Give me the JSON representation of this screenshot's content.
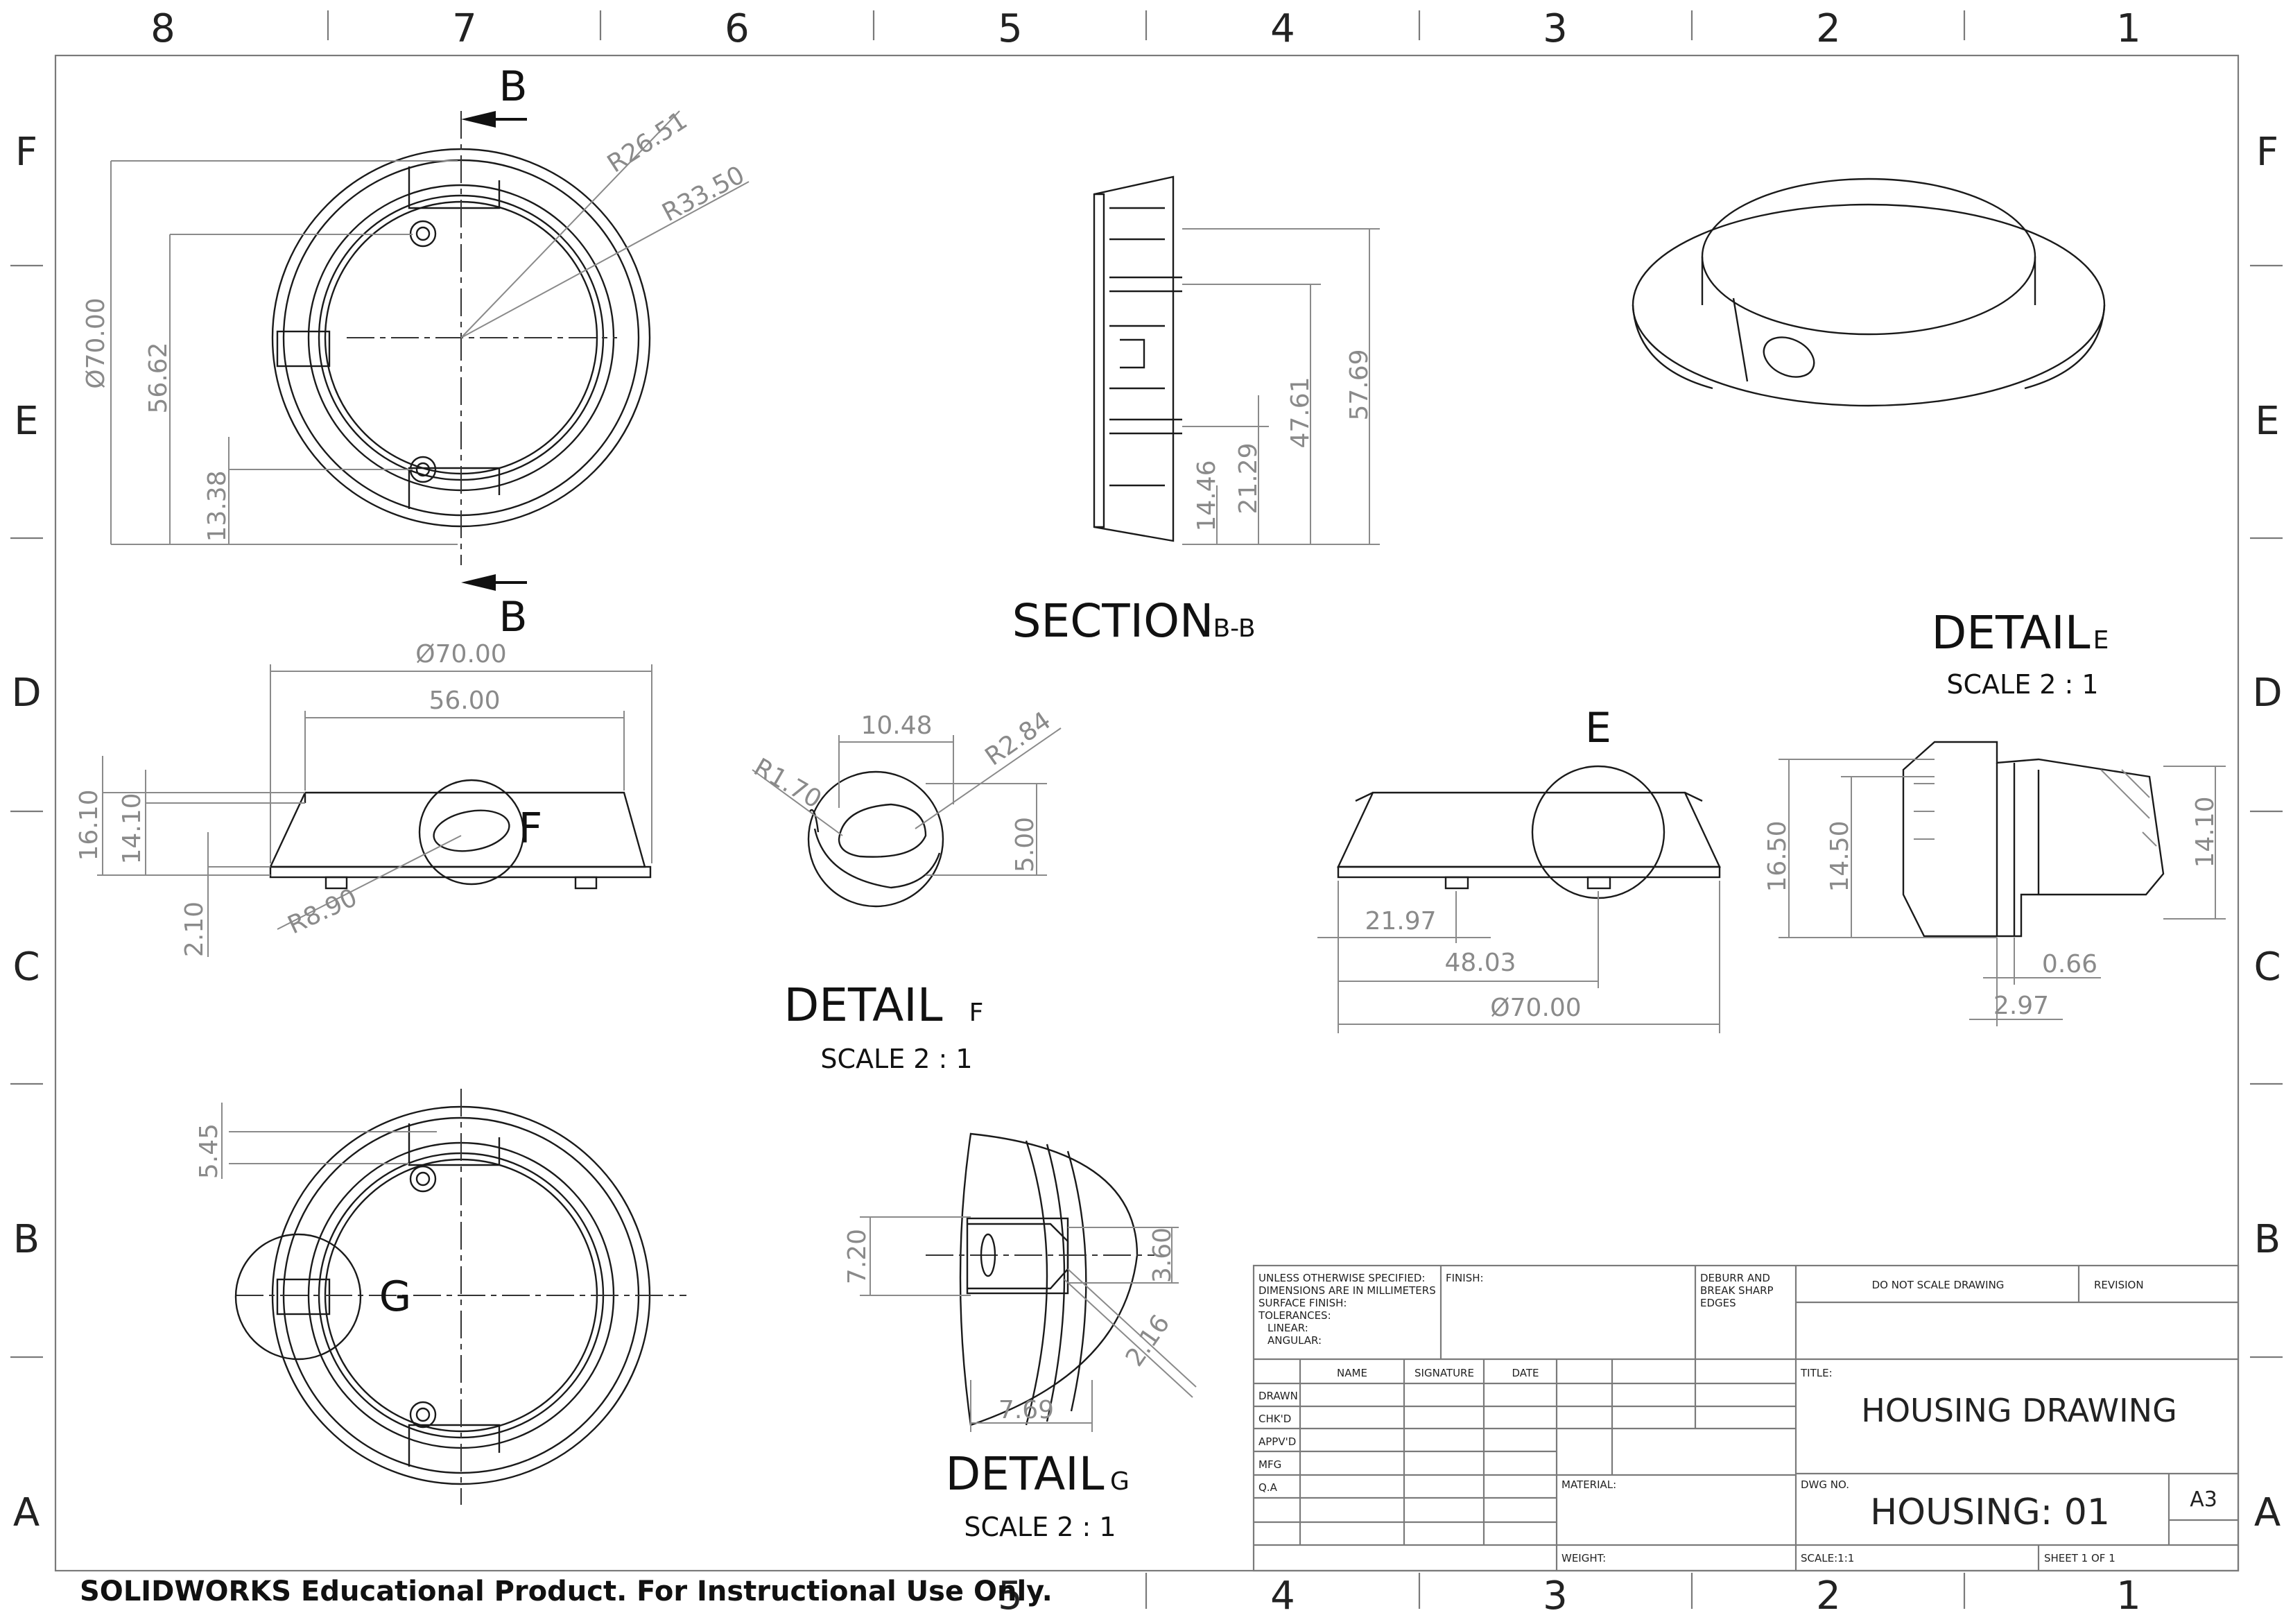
{
  "border": {
    "columns_top": [
      "8",
      "7",
      "6",
      "5",
      "4",
      "3",
      "2",
      "1"
    ],
    "columns_bottom": [
      "5",
      "4",
      "3",
      "2",
      "1"
    ],
    "rows": [
      "F",
      "E",
      "D",
      "C",
      "B",
      "A"
    ]
  },
  "views": {
    "top_view": {
      "section_marker": "B",
      "dims": [
        "Ø70.00",
        "56.62",
        "13.38",
        "R26.51",
        "R33.50"
      ]
    },
    "section": {
      "title": "SECTION",
      "suffix": "B-B",
      "dims": [
        "57.69",
        "47.61",
        "21.29",
        "14.46"
      ]
    },
    "side_view": {
      "dims": [
        "Ø70.00",
        "56.00",
        "16.10",
        "14.10",
        "2.10",
        "R8.90"
      ],
      "detail_label": "F"
    },
    "detail_f": {
      "title": "DETAIL",
      "letter": "F",
      "scale": "SCALE 2 : 1",
      "dims": [
        "10.48",
        "R2.84",
        "R1.70",
        "5.00"
      ]
    },
    "front_view": {
      "detail_label": "E",
      "dims": [
        "21.97",
        "48.03",
        "Ø70.00"
      ]
    },
    "detail_e": {
      "title": "DETAIL",
      "letter": "E",
      "scale": "SCALE 2 : 1",
      "dims": [
        "16.50",
        "14.50",
        "14.10",
        "0.66",
        "2.97"
      ]
    },
    "bottom_view": {
      "detail_label": "G",
      "dims": [
        "5.45"
      ]
    },
    "detail_g": {
      "title": "DETAIL",
      "letter": "G",
      "scale": "SCALE 2 : 1",
      "dims": [
        "7.20",
        "3.60",
        "2.16",
        "7.69"
      ]
    }
  },
  "title_block": {
    "notes": [
      "UNLESS OTHERWISE SPECIFIED:",
      "DIMENSIONS ARE IN MILLIMETERS",
      "SURFACE FINISH:",
      "TOLERANCES:",
      "  LINEAR:",
      "  ANGULAR:"
    ],
    "finish": "FINISH:",
    "deburr": [
      "DEBURR AND",
      "BREAK SHARP",
      "EDGES"
    ],
    "do_not_scale": "DO NOT SCALE DRAWING",
    "revision": "REVISION",
    "headers": [
      "NAME",
      "SIGNATURE",
      "DATE"
    ],
    "rows": [
      "DRAWN",
      "CHK'D",
      "APPV'D",
      "MFG",
      "Q.A"
    ],
    "material": "MATERIAL:",
    "weight": "WEIGHT:",
    "title_label": "TITLE:",
    "title": "HOUSING DRAWING",
    "dwg_no_label": "DWG NO.",
    "dwg_no": "HOUSING: 01",
    "size": "A3",
    "scale": "SCALE:1:1",
    "sheet": "SHEET 1 OF 1"
  },
  "watermark": "SOLIDWORKS Educational Product. For Instructional Use Only."
}
